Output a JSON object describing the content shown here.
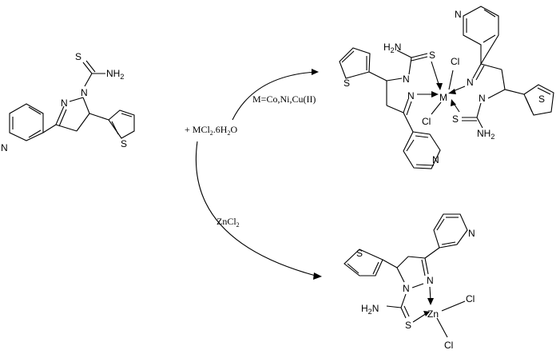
{
  "reagents": {
    "metal_salt": "+ MCl",
    "metal_salt_sub": "2",
    "metal_salt_rest": ".6H",
    "metal_salt_sub2": "2",
    "metal_salt_end": "O",
    "metals_condition": "M=Co,Ni,Cu(II)",
    "zinc_condition": "ZnCl",
    "zinc_condition_sub": "2"
  },
  "ligand": {
    "thioamide_S": "S",
    "amine": "NH",
    "amine_sub": "2",
    "ring_N1": "N",
    "ring_N2": "N",
    "pyridine_N": "N",
    "thiophene_S": "S"
  },
  "complex_M": {
    "amine_left": "H",
    "amine_left_sub": "2",
    "amine_left_N": "N",
    "S_top": "S",
    "Cl_top": "Cl",
    "Cl_bottom": "Cl",
    "metal": "M",
    "N_a": "N",
    "N_b": "N",
    "N_c": "N",
    "N_d": "N",
    "S_bottom": "S",
    "amine_right": "NH",
    "amine_right_sub": "2",
    "thiophene_left_S": "S",
    "thiophene_right_S": "S",
    "pyridine_top_N": "N",
    "pyridine_bottom_N": "N"
  },
  "complex_Zn": {
    "thiophene_S": "S",
    "pyridine_N": "N",
    "N_a": "N",
    "N_b": "N",
    "metal": "Zn",
    "Cl_1": "Cl",
    "Cl_2": "Cl",
    "amine": "H",
    "amine_sub": "2",
    "amine_N": "N",
    "S": "S"
  }
}
